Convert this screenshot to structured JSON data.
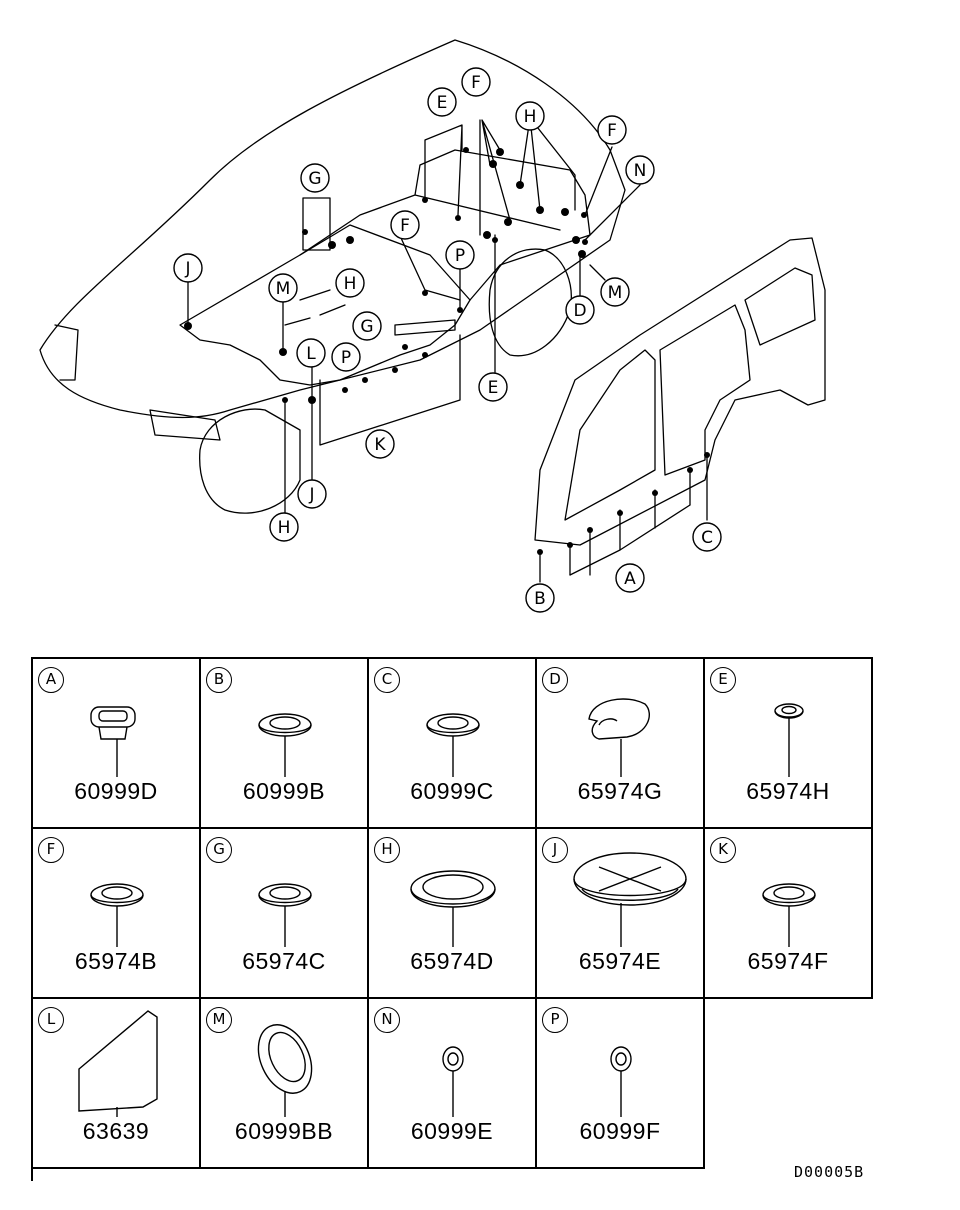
{
  "diagram": {
    "callouts": {
      "e_top": "E",
      "f_top": "F",
      "h_top": "H",
      "f_right": "F",
      "n": "N",
      "g_left": "G",
      "f_mid": "F",
      "j_left": "J",
      "m_left": "M",
      "h_mid": "H",
      "p_mid": "P",
      "m_right": "M",
      "d": "D",
      "g_low": "G",
      "p_low": "P",
      "l": "L",
      "e_low": "E",
      "k": "K",
      "j_low": "J",
      "h_low": "H",
      "c": "C",
      "a": "A",
      "b": "B"
    }
  },
  "parts": [
    {
      "key": "A",
      "part": "60999D",
      "icon": "rectangular-plug-icon"
    },
    {
      "key": "B",
      "part": "60999B",
      "icon": "oval-grommet-icon"
    },
    {
      "key": "C",
      "part": "60999C",
      "icon": "oval-grommet-icon"
    },
    {
      "key": "D",
      "part": "65974G",
      "icon": "cap-plug-icon"
    },
    {
      "key": "E",
      "part": "65974H",
      "icon": "small-grommet-icon"
    },
    {
      "key": "F",
      "part": "65974B",
      "icon": "oval-grommet-icon"
    },
    {
      "key": "G",
      "part": "65974C",
      "icon": "oval-grommet-icon"
    },
    {
      "key": "H",
      "part": "65974D",
      "icon": "large-grommet-icon"
    },
    {
      "key": "J",
      "part": "65974E",
      "icon": "cross-cap-icon"
    },
    {
      "key": "K",
      "part": "65974F",
      "icon": "oval-grommet-icon"
    },
    {
      "key": "L",
      "part": "63639",
      "icon": "sealing-sheet-icon"
    },
    {
      "key": "M",
      "part": "60999BB",
      "icon": "tilted-grommet-icon"
    },
    {
      "key": "N",
      "part": "60999E",
      "icon": "mini-grommet-icon"
    },
    {
      "key": "P",
      "part": "60999F",
      "icon": "mini-grommet-icon"
    }
  ],
  "reference_code": "D00005B"
}
